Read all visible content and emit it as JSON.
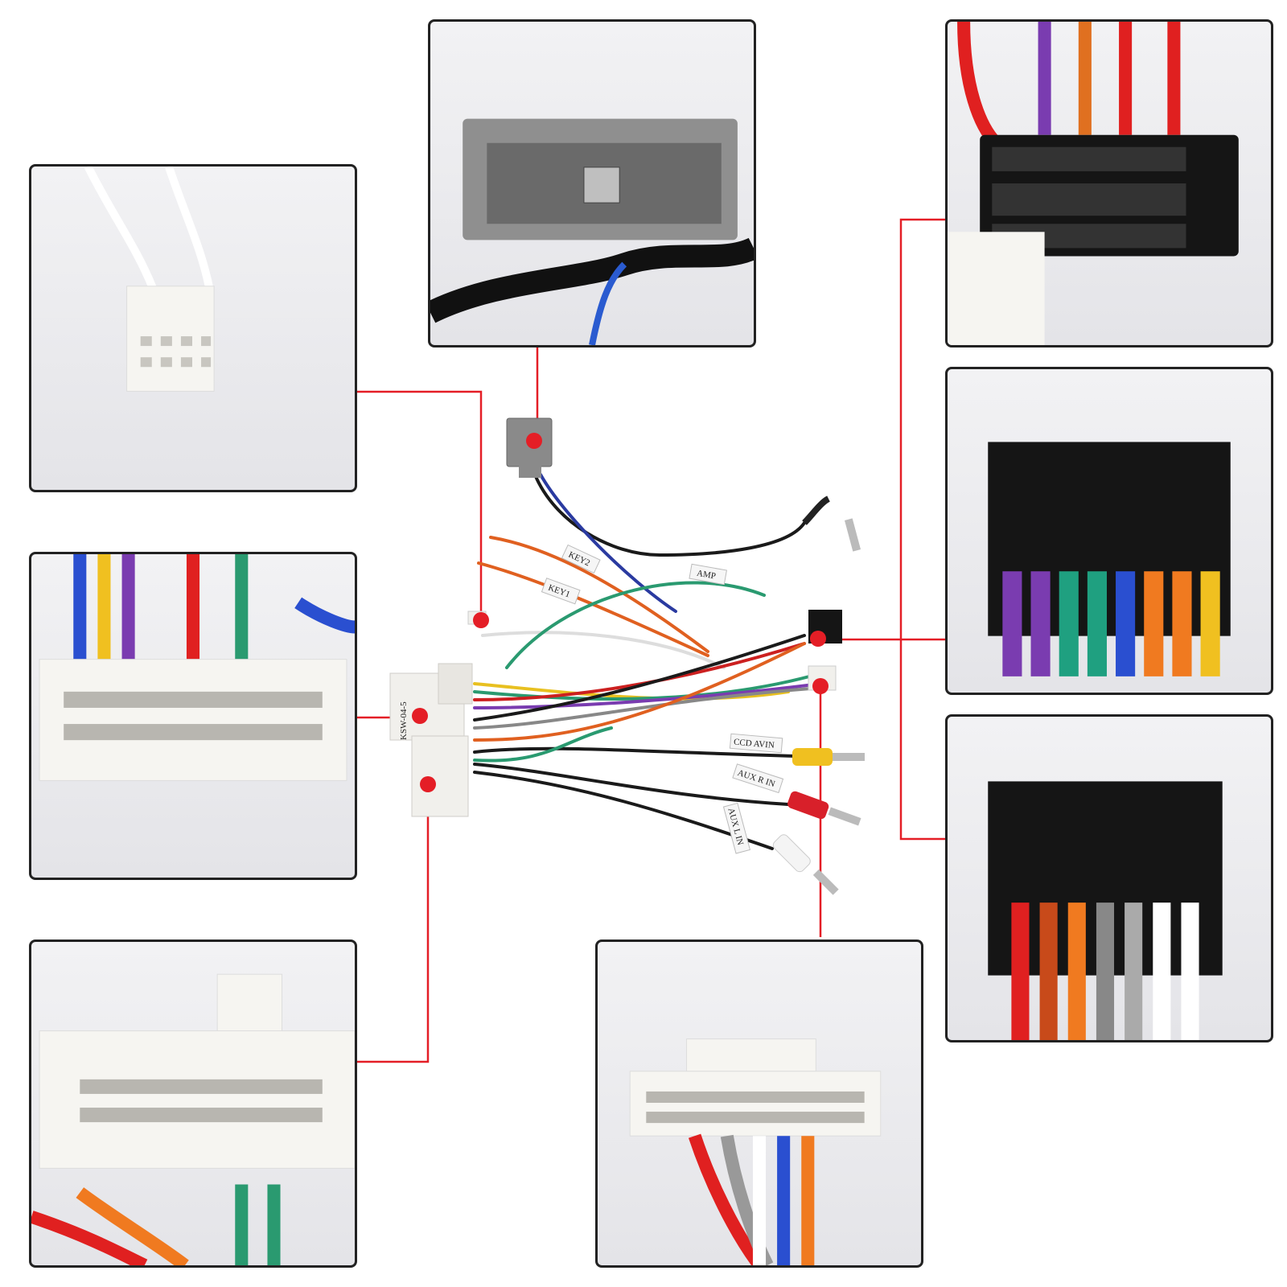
{
  "image": {
    "description_free": true,
    "leader_color": "#e41e26",
    "dot_color": "#e41e26",
    "panel_border_color": "#222222"
  },
  "harness": {
    "tags": {
      "key2": "KEY2",
      "key1": "KEY1",
      "amp": "AMP",
      "ccd": "CCD AVIN",
      "aux_r": "AUX R IN",
      "aux_l": "AUX L IN"
    },
    "connector_label": "KSW-04-5"
  },
  "panels": [
    {
      "id": "white-8pin-closeup",
      "icon": "white-connector-icon"
    },
    {
      "id": "grey-antenna-closeup",
      "icon": "grey-connector-icon"
    },
    {
      "id": "black-16pin-face-closeup",
      "icon": "black-connector-icon"
    },
    {
      "id": "black-20pin-side-closeup",
      "icon": "black-connector-icon"
    },
    {
      "id": "black-16pin-side-closeup",
      "icon": "black-connector-icon"
    },
    {
      "id": "white-24pin-closeup",
      "icon": "white-connector-icon"
    },
    {
      "id": "white-28pin-closeup",
      "icon": "white-connector-icon"
    },
    {
      "id": "white-20pin-closeup",
      "icon": "white-connector-icon"
    }
  ]
}
